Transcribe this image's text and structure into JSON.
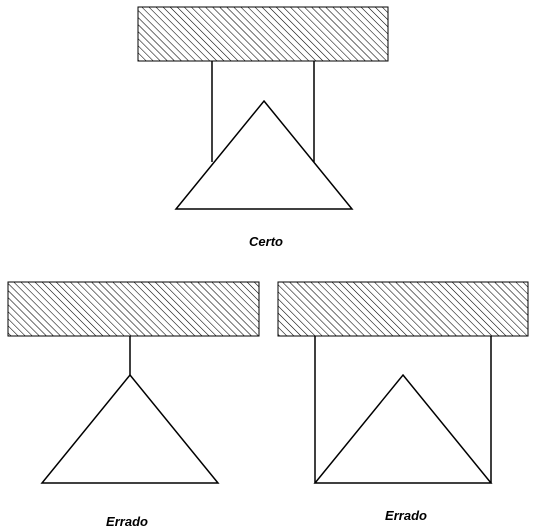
{
  "colors": {
    "line": "#000000",
    "hatch": "#000000",
    "background": "#ffffff"
  },
  "panels": [
    {
      "id": "top",
      "caption": "Certo",
      "variant": "two-strings-to-triangle-sides"
    },
    {
      "id": "bottom-left",
      "caption": "Errado",
      "variant": "single-string-to-apex"
    },
    {
      "id": "bottom-right",
      "caption": "Errado",
      "variant": "two-strings-to-base-corners"
    }
  ]
}
